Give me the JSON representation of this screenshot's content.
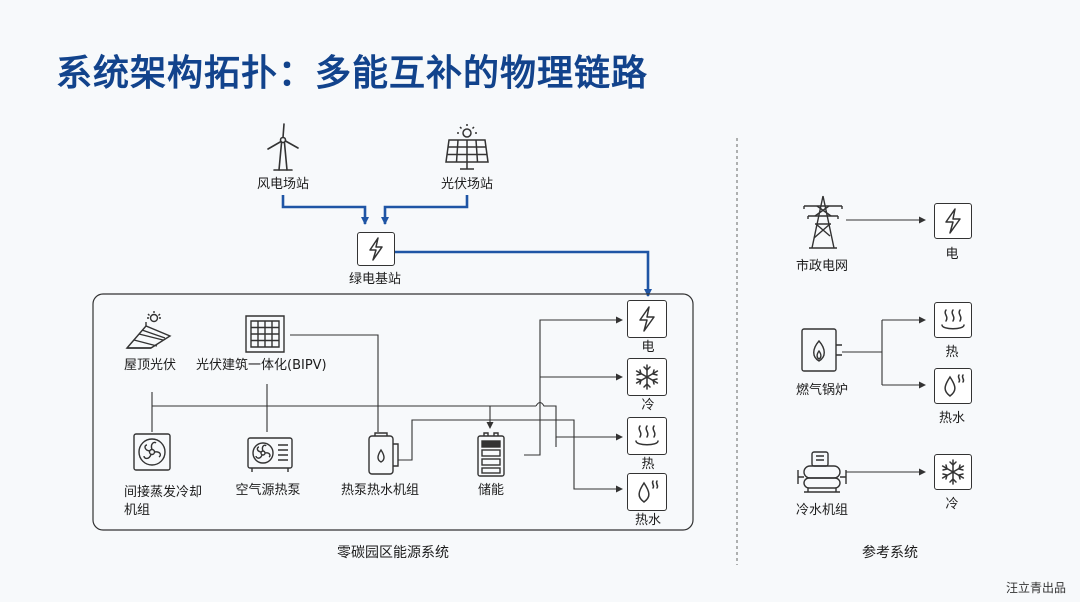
{
  "title": "系统架构拓扑：多能互补的物理链路",
  "sources": {
    "wind": "风电场站",
    "pv": "光伏场站",
    "base": "绿电基站"
  },
  "park": {
    "caption": "零碳园区能源系统",
    "rooftop_pv": "屋顶光伏",
    "bipv": "光伏建筑一体化(BIPV)",
    "evap_chiller": "间接蒸发冷却机组",
    "air_pump": "空气源热泵",
    "hp_water": "热泵热水机组",
    "storage": "储能",
    "out_elec": "电",
    "out_cold": "冷",
    "out_heat": "热",
    "out_hotwater": "热水"
  },
  "reference": {
    "caption": "参考系统",
    "grid": "市政电网",
    "grid_out": "电",
    "boiler": "燃气锅炉",
    "boiler_heat": "热",
    "boiler_hotwater": "热水",
    "chiller": "冷水机组",
    "chiller_out": "冷"
  },
  "credit": "汪立青出品",
  "colors": {
    "title": "#12438c",
    "main_link": "#1f55a5",
    "line": "#333333"
  },
  "icons": [
    "wind-turbine-icon",
    "solar-panel-icon",
    "lightning-icon",
    "rooftop-pv-icon",
    "bipv-panel-icon",
    "fan-unit-icon",
    "air-source-pump-icon",
    "water-heater-icon",
    "battery-icon",
    "snowflake-icon",
    "heat-waves-icon",
    "water-drop-icon",
    "power-tower-icon",
    "boiler-icon",
    "chiller-icon"
  ]
}
